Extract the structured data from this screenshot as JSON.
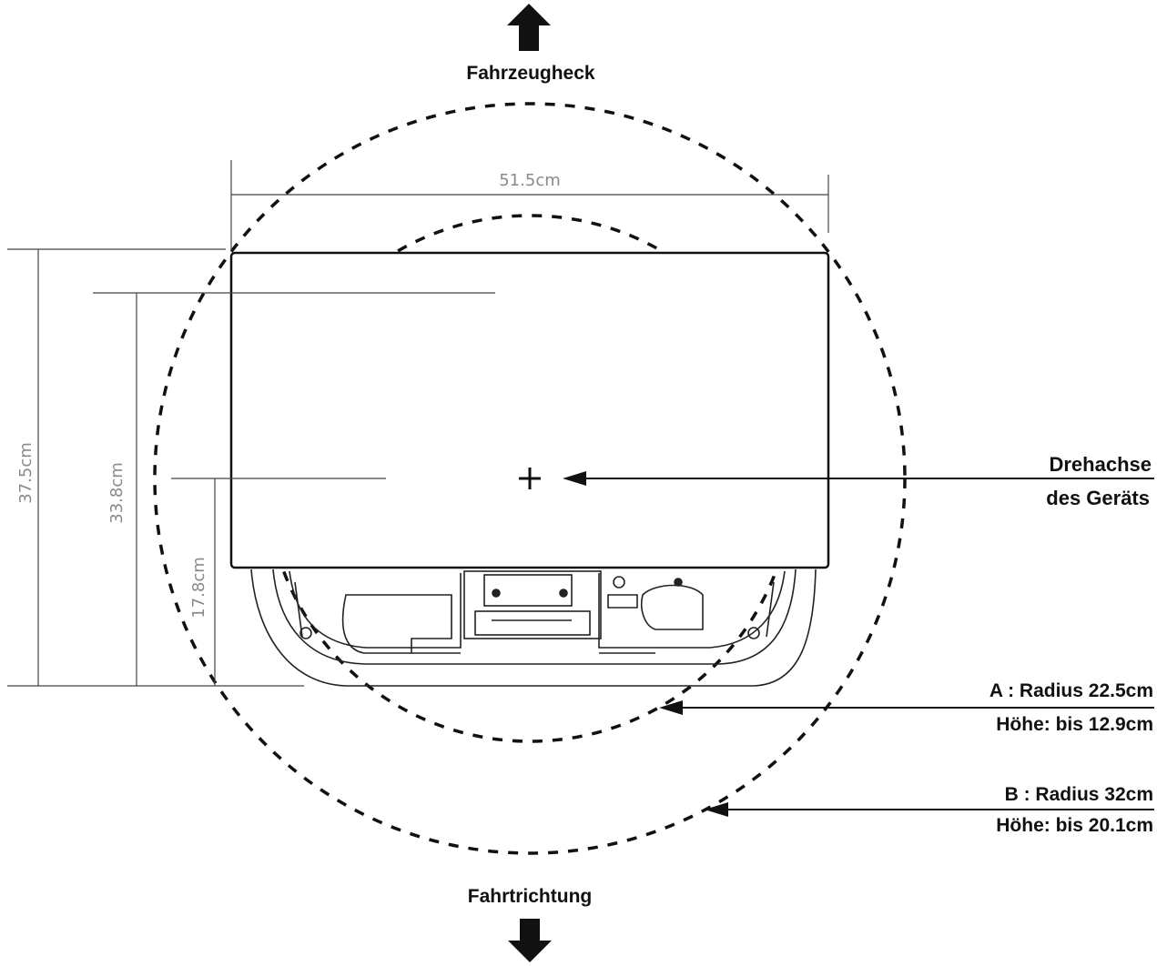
{
  "labels": {
    "top": "Fahrzeugheck",
    "bottom": "Fahrtrichtung",
    "pivot_line1": "Drehachse",
    "pivot_line2": "des Geräts",
    "zone_a_line1": "A : Radius 22.5cm",
    "zone_a_line2": "Höhe: bis 12.9cm",
    "zone_b_line1": "B : Radius 32cm",
    "zone_b_line2": "Höhe: bis 20.1cm"
  },
  "dimensions": {
    "width": "51.5cm",
    "depth_total": "37.5cm",
    "depth_to_step": "33.8cm",
    "depth_to_pivot": "17.8cm"
  },
  "colors": {
    "line": "#111111",
    "dimension": "#8a8a8a"
  },
  "icons": {
    "top_arrow": "arrow-up-icon",
    "bottom_arrow": "arrow-down-icon",
    "pivot": "plus-icon"
  }
}
